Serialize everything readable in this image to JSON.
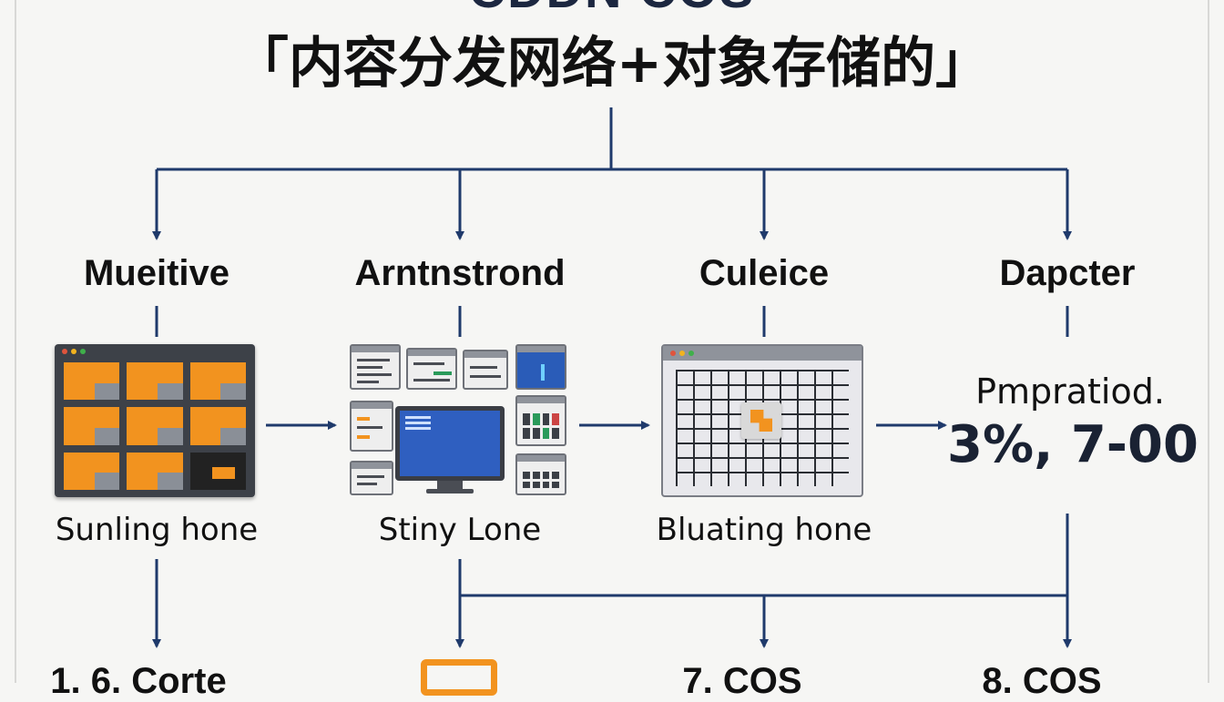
{
  "title": {
    "top_fragment": "CDDN COS",
    "main": "「内容分发网络+对象存储的」"
  },
  "columns": [
    {
      "heading": "Mueitive",
      "caption": "Sunling hone"
    },
    {
      "heading": "Arntnstrond",
      "caption": "Stiny Lone"
    },
    {
      "heading": "Culeice",
      "caption": "Bluating hone"
    },
    {
      "heading": "Dapcter",
      "metric_label": "Pmpratiod.",
      "metric_value": "3%, 7-00"
    }
  ],
  "bottom_labels": [
    "1. 6. Corte",
    "7. COS",
    "8. COS"
  ],
  "colors": {
    "line": "#1f3a6b",
    "accent": "#f2931f",
    "background": "#f6f6f4"
  },
  "icons": {
    "col1": "tile-window-icon",
    "col2": "device-cluster-icon",
    "col3": "grid-window-icon",
    "bottom2": "storage-box-icon"
  }
}
